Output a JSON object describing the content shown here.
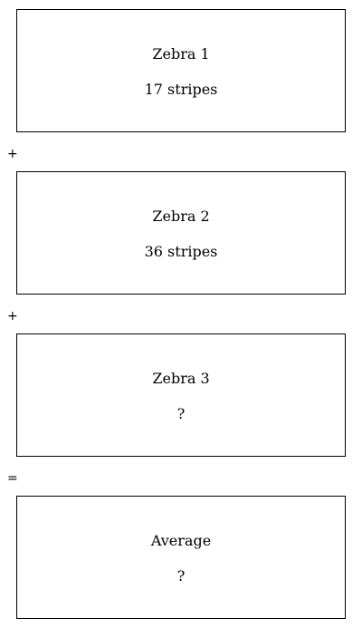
{
  "cards": [
    {
      "title": "Zebra 1",
      "value": "17 stripes"
    },
    {
      "title": "Zebra 2",
      "value": "36 stripes"
    },
    {
      "title": "Zebra 3",
      "value": "?"
    },
    {
      "title": "Average",
      "value": "?"
    }
  ],
  "operators": [
    "+",
    "+",
    "="
  ]
}
